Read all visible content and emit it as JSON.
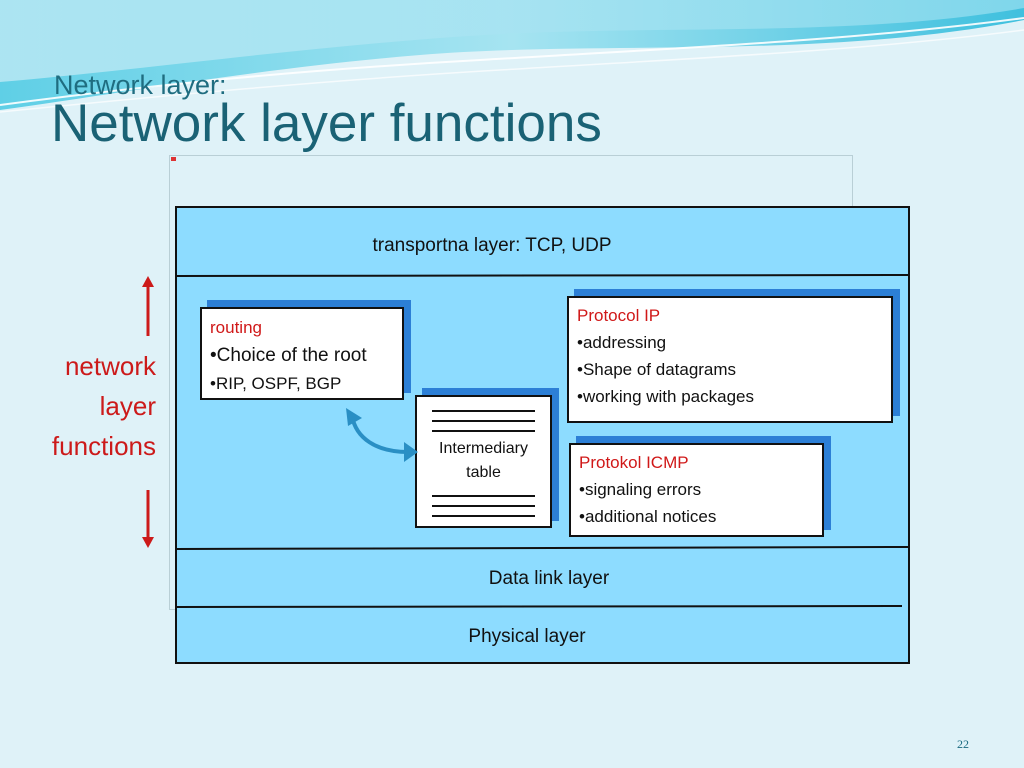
{
  "slide": {
    "subtitle": "Network layer:",
    "title": "Network layer functions",
    "page_number": "22"
  },
  "side_label": {
    "lines": [
      "network",
      "layer",
      "functions"
    ],
    "color": "#cc1a1a"
  },
  "layers": {
    "transport": "transportna layer: TCP, UDP",
    "data_link": "Data link layer",
    "physical": "Physical layer"
  },
  "routing_box": {
    "heading": "routing",
    "items": [
      "•Choice of the root",
      "•RIP, OSPF, BGP"
    ]
  },
  "table_box": {
    "label_line1": "Intermediary",
    "label_line2": "table"
  },
  "ip_box": {
    "heading": "Protocol IP",
    "items": [
      "•addressing",
      "•Shape of datagrams",
      "•working with packages"
    ]
  },
  "icmp_box": {
    "heading": "Protokol ICMP",
    "items": [
      "•signaling errors",
      "•additional notices"
    ]
  },
  "colors": {
    "layer_fill": "#8ddcff",
    "box_shadow": "#2c7fd6",
    "heading_red": "#d01818",
    "title_teal": "#1a6275"
  }
}
